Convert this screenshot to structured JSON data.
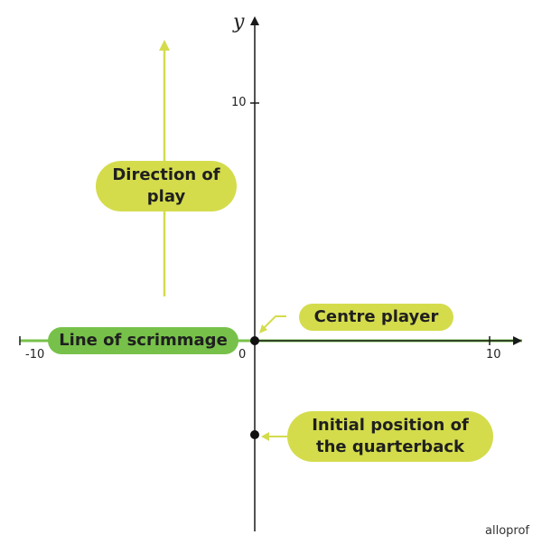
{
  "axes": {
    "y_label": "y",
    "x_ticks": {
      "neg": "-10",
      "zero": "0",
      "pos": "10"
    },
    "y_ticks": {
      "pos": "10"
    }
  },
  "labels": {
    "direction": "Direction of\nplay",
    "scrimmage": "Line of scrimmage",
    "centre": "Centre player",
    "quarterback": "Initial position of\nthe quarterback"
  },
  "points": [
    {
      "name": "Centre player",
      "x": 0,
      "y": 0
    },
    {
      "name": "Initial position of the quarterback",
      "x": 0,
      "y": -4
    }
  ],
  "logo": "alloprof",
  "colors": {
    "light_green": "#d4dc4c",
    "mid_green": "#77c14a",
    "axis": "#1a1a1a"
  }
}
